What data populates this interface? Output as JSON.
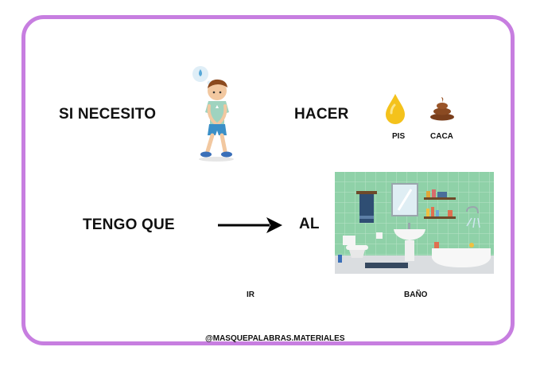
{
  "sentence": {
    "line1_part1": "SI NECESITO",
    "line1_part2": "HACER",
    "line2_part1": "TENGO QUE",
    "line2_part2": "AL"
  },
  "options": {
    "pee": "PIS",
    "poo": "CACA"
  },
  "captions": {
    "go": "IR",
    "bathroom": "BAÑO"
  },
  "credit": "@MASQUEPALABRAS.MATERIALES",
  "colors": {
    "border": "#c77ee0",
    "tile_green": "#8fd1a8",
    "pee_yellow": "#f4c21c",
    "poo_brown": "#8a4a22"
  }
}
